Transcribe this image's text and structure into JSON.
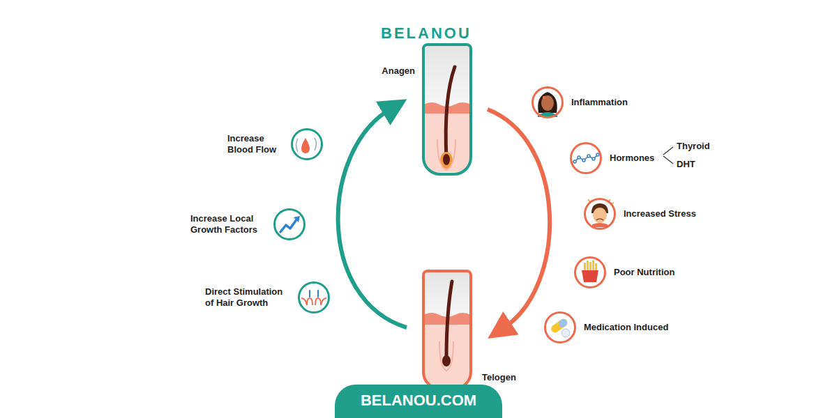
{
  "diagram": {
    "nodes": [
      {
        "text": [
          "Anagen"
        ]
      },
      {
        "text": [
          "Inflammation"
        ]
      },
      {
        "text": [
          "Hormones"
        ]
      },
      {
        "text": [
          "Increased Stress"
        ]
      },
      {
        "text": [
          "Poor Nutrition"
        ]
      },
      {
        "text": [
          "Medication Induced"
        ]
      },
      {
        "text": [
          "Telogen"
        ]
      },
      {
        "text": [
          "Increase Blood Flow"
        ]
      },
      {
        "text": [
          "Increase Local Growth Factors"
        ]
      },
      {
        "text": [
          "Direct Stimulation of Hair Growth"
        ]
      },
      {
        "text": [
          "BELANOU.COM"
        ]
      }
    ],
    "edges": [
      {
        "from": 0,
        "to": 6,
        "arrow": "to"
      },
      {
        "from": 6,
        "to": 0,
        "arrow": "to"
      }
    ],
    "labels": [
      "BELANOU",
      "Thyroid",
      "DHT"
    ]
  }
}
